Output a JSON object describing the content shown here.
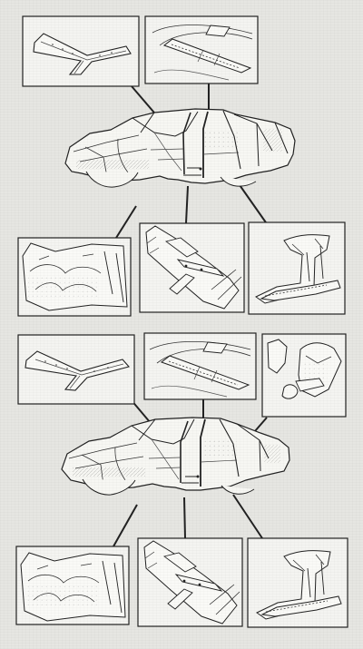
{
  "page": {
    "background": "#e6e6e2",
    "ink": "#222222",
    "panel_fill": "#f4f4f1"
  },
  "diagrams": [
    {
      "variant": "wagon",
      "callouts": [
        {
          "part": "roof-bow"
        },
        {
          "part": "roof-front-rail"
        },
        {
          "part": "front-inner-wheel-arch"
        },
        {
          "part": "floor-sill"
        },
        {
          "part": "side-frame-pillar"
        }
      ]
    },
    {
      "variant": "sedan",
      "callouts": [
        {
          "part": "roof-bow"
        },
        {
          "part": "roof-front-rail"
        },
        {
          "part": "rear-wheel-arch-panel"
        },
        {
          "part": "front-inner-wheel-arch"
        },
        {
          "part": "floor-sill"
        },
        {
          "part": "side-frame-pillar"
        }
      ]
    }
  ],
  "icons": {
    "panel": "detail-panel",
    "leader": "leader-line"
  }
}
